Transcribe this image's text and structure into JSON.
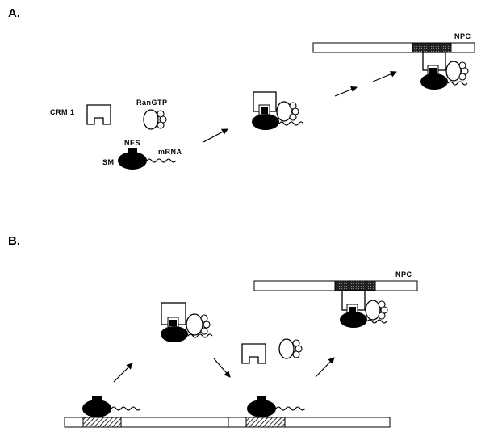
{
  "panels": {
    "a": {
      "label": "A.",
      "crm1_label": "CRM 1",
      "rangtp_label": "RanGTP",
      "nes_label": "NES",
      "sm_label": "SM",
      "mrna_label": "mRNA",
      "npc_label": "NPC"
    },
    "b": {
      "label": "B.",
      "npc_label": "NPC"
    }
  },
  "colors": {
    "ink": "#000000",
    "paper": "#ffffff"
  }
}
